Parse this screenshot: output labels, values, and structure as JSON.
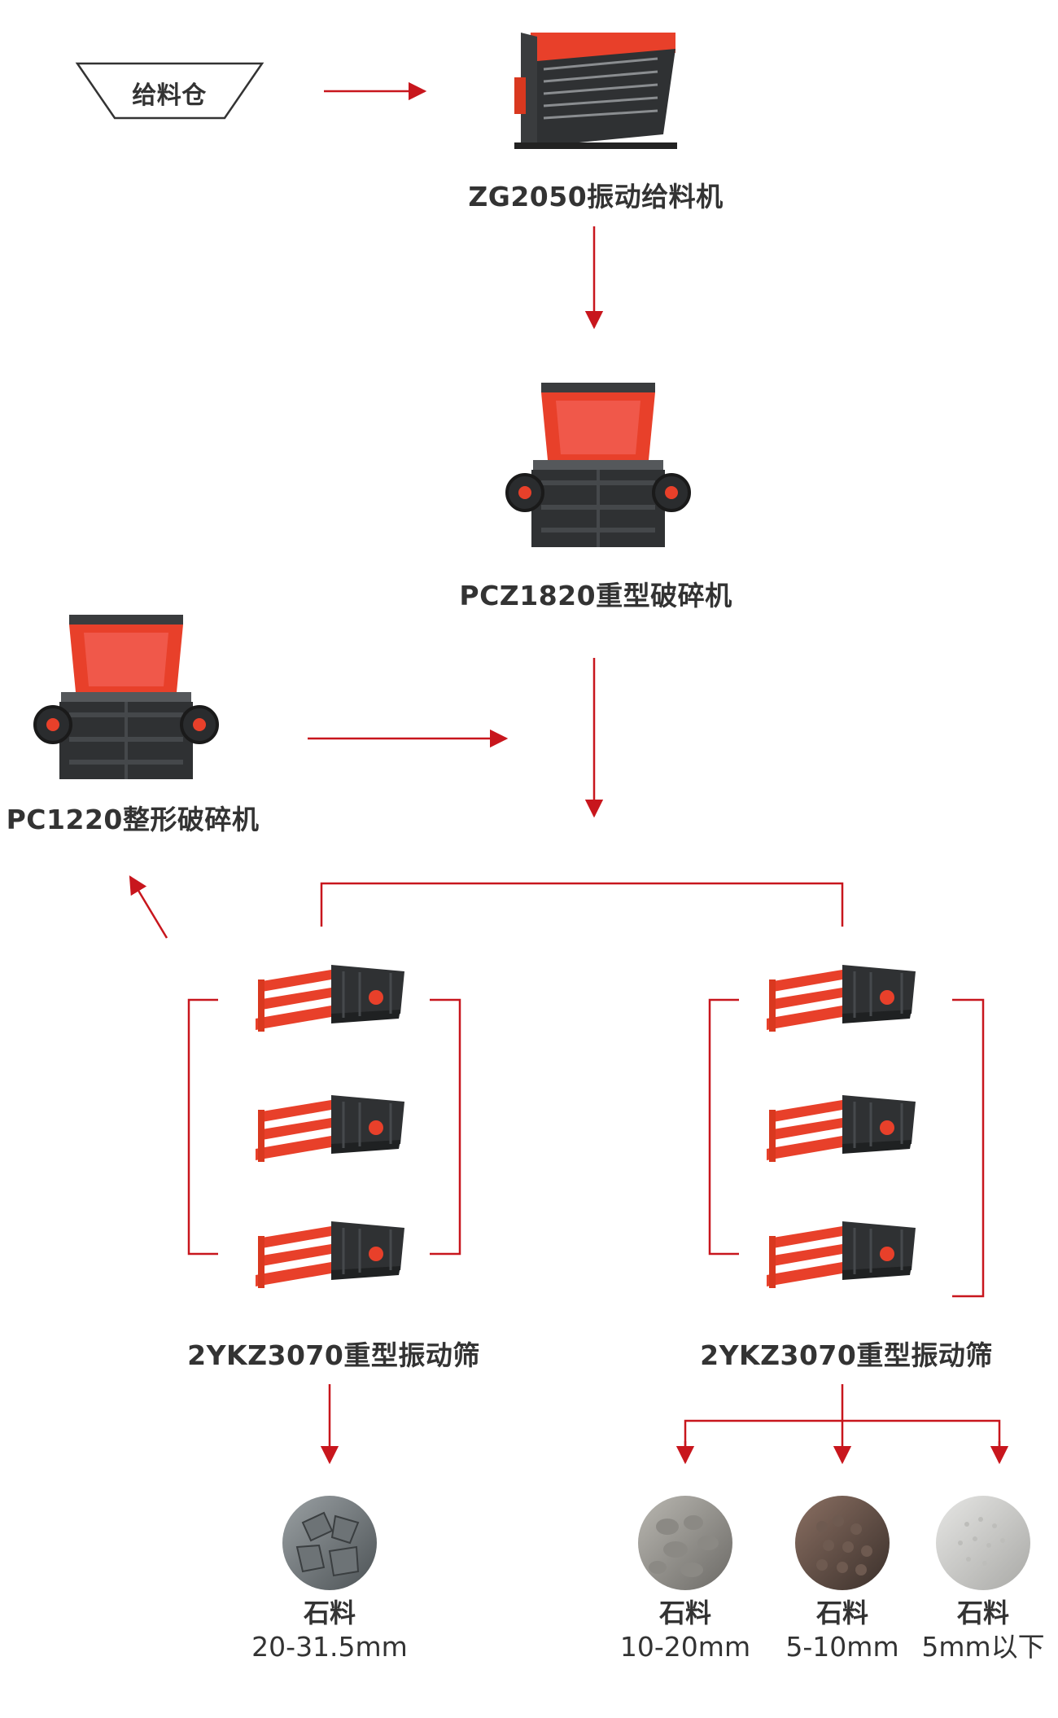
{
  "hopper": {
    "label": "给料仓"
  },
  "feeder": {
    "label": "ZG2050振动给料机"
  },
  "primary_crusher": {
    "label": "PCZ1820重型破碎机"
  },
  "shaping_crusher": {
    "label": "PC1220整形破碎机"
  },
  "screen_left": {
    "label": "2YKZ3070重型振动筛"
  },
  "screen_right": {
    "label": "2YKZ3070重型振动筛"
  },
  "products": [
    {
      "name": "石料",
      "size": "20-31.5mm"
    },
    {
      "name": "石料",
      "size": "10-20mm"
    },
    {
      "name": "石料",
      "size": "5-10mm"
    },
    {
      "name": "石料",
      "size": "5mm以下"
    }
  ],
  "colors": {
    "arrow": "#c8161d",
    "machine_red": "#e8402a",
    "machine_dark": "#2f3133",
    "text": "#333333"
  }
}
